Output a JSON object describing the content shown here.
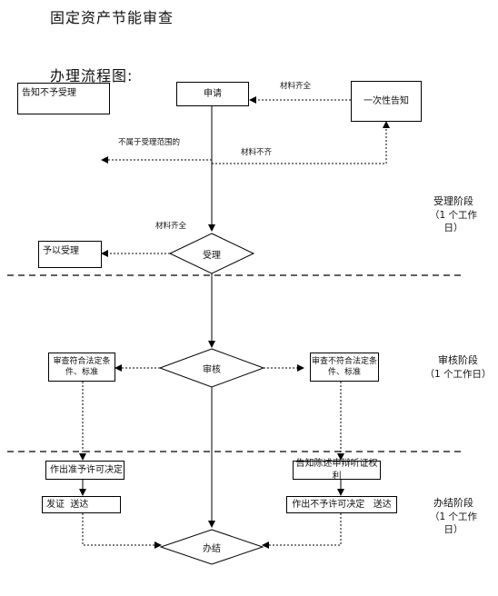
{
  "title": "固定资产节能审查",
  "subtitle": "办理流程图:",
  "nodes": {
    "reject_notice": "告知不予受理",
    "apply": "申请",
    "one_time_notice": "一次性告知",
    "accept_decision": "受理",
    "accepted": "予以受理",
    "review": "审核",
    "meets_standard": "审查符合法定条件、标准",
    "fails_standard": "审查不符合法定条件、标准",
    "grant_decision": "作出准予许可决定",
    "notify_hearing": "告知陈述申辩听证权利",
    "issue_cert": "发证  送达",
    "deny_decision": "作出不予许可决定   送达",
    "complete": "办结"
  },
  "edge_labels": {
    "materials_complete_top": "材料齐全",
    "out_of_scope": "不属于受理范围的",
    "materials_incomplete": "材料不齐",
    "materials_complete_mid": "材料齐全"
  },
  "stages": [
    {
      "name": "受理阶段",
      "duration": "（1 个工作日）"
    },
    {
      "name": "审核阶段",
      "duration": "（1 个工作日）"
    },
    {
      "name": "办结阶段",
      "duration": "（1 个工作日）"
    }
  ]
}
